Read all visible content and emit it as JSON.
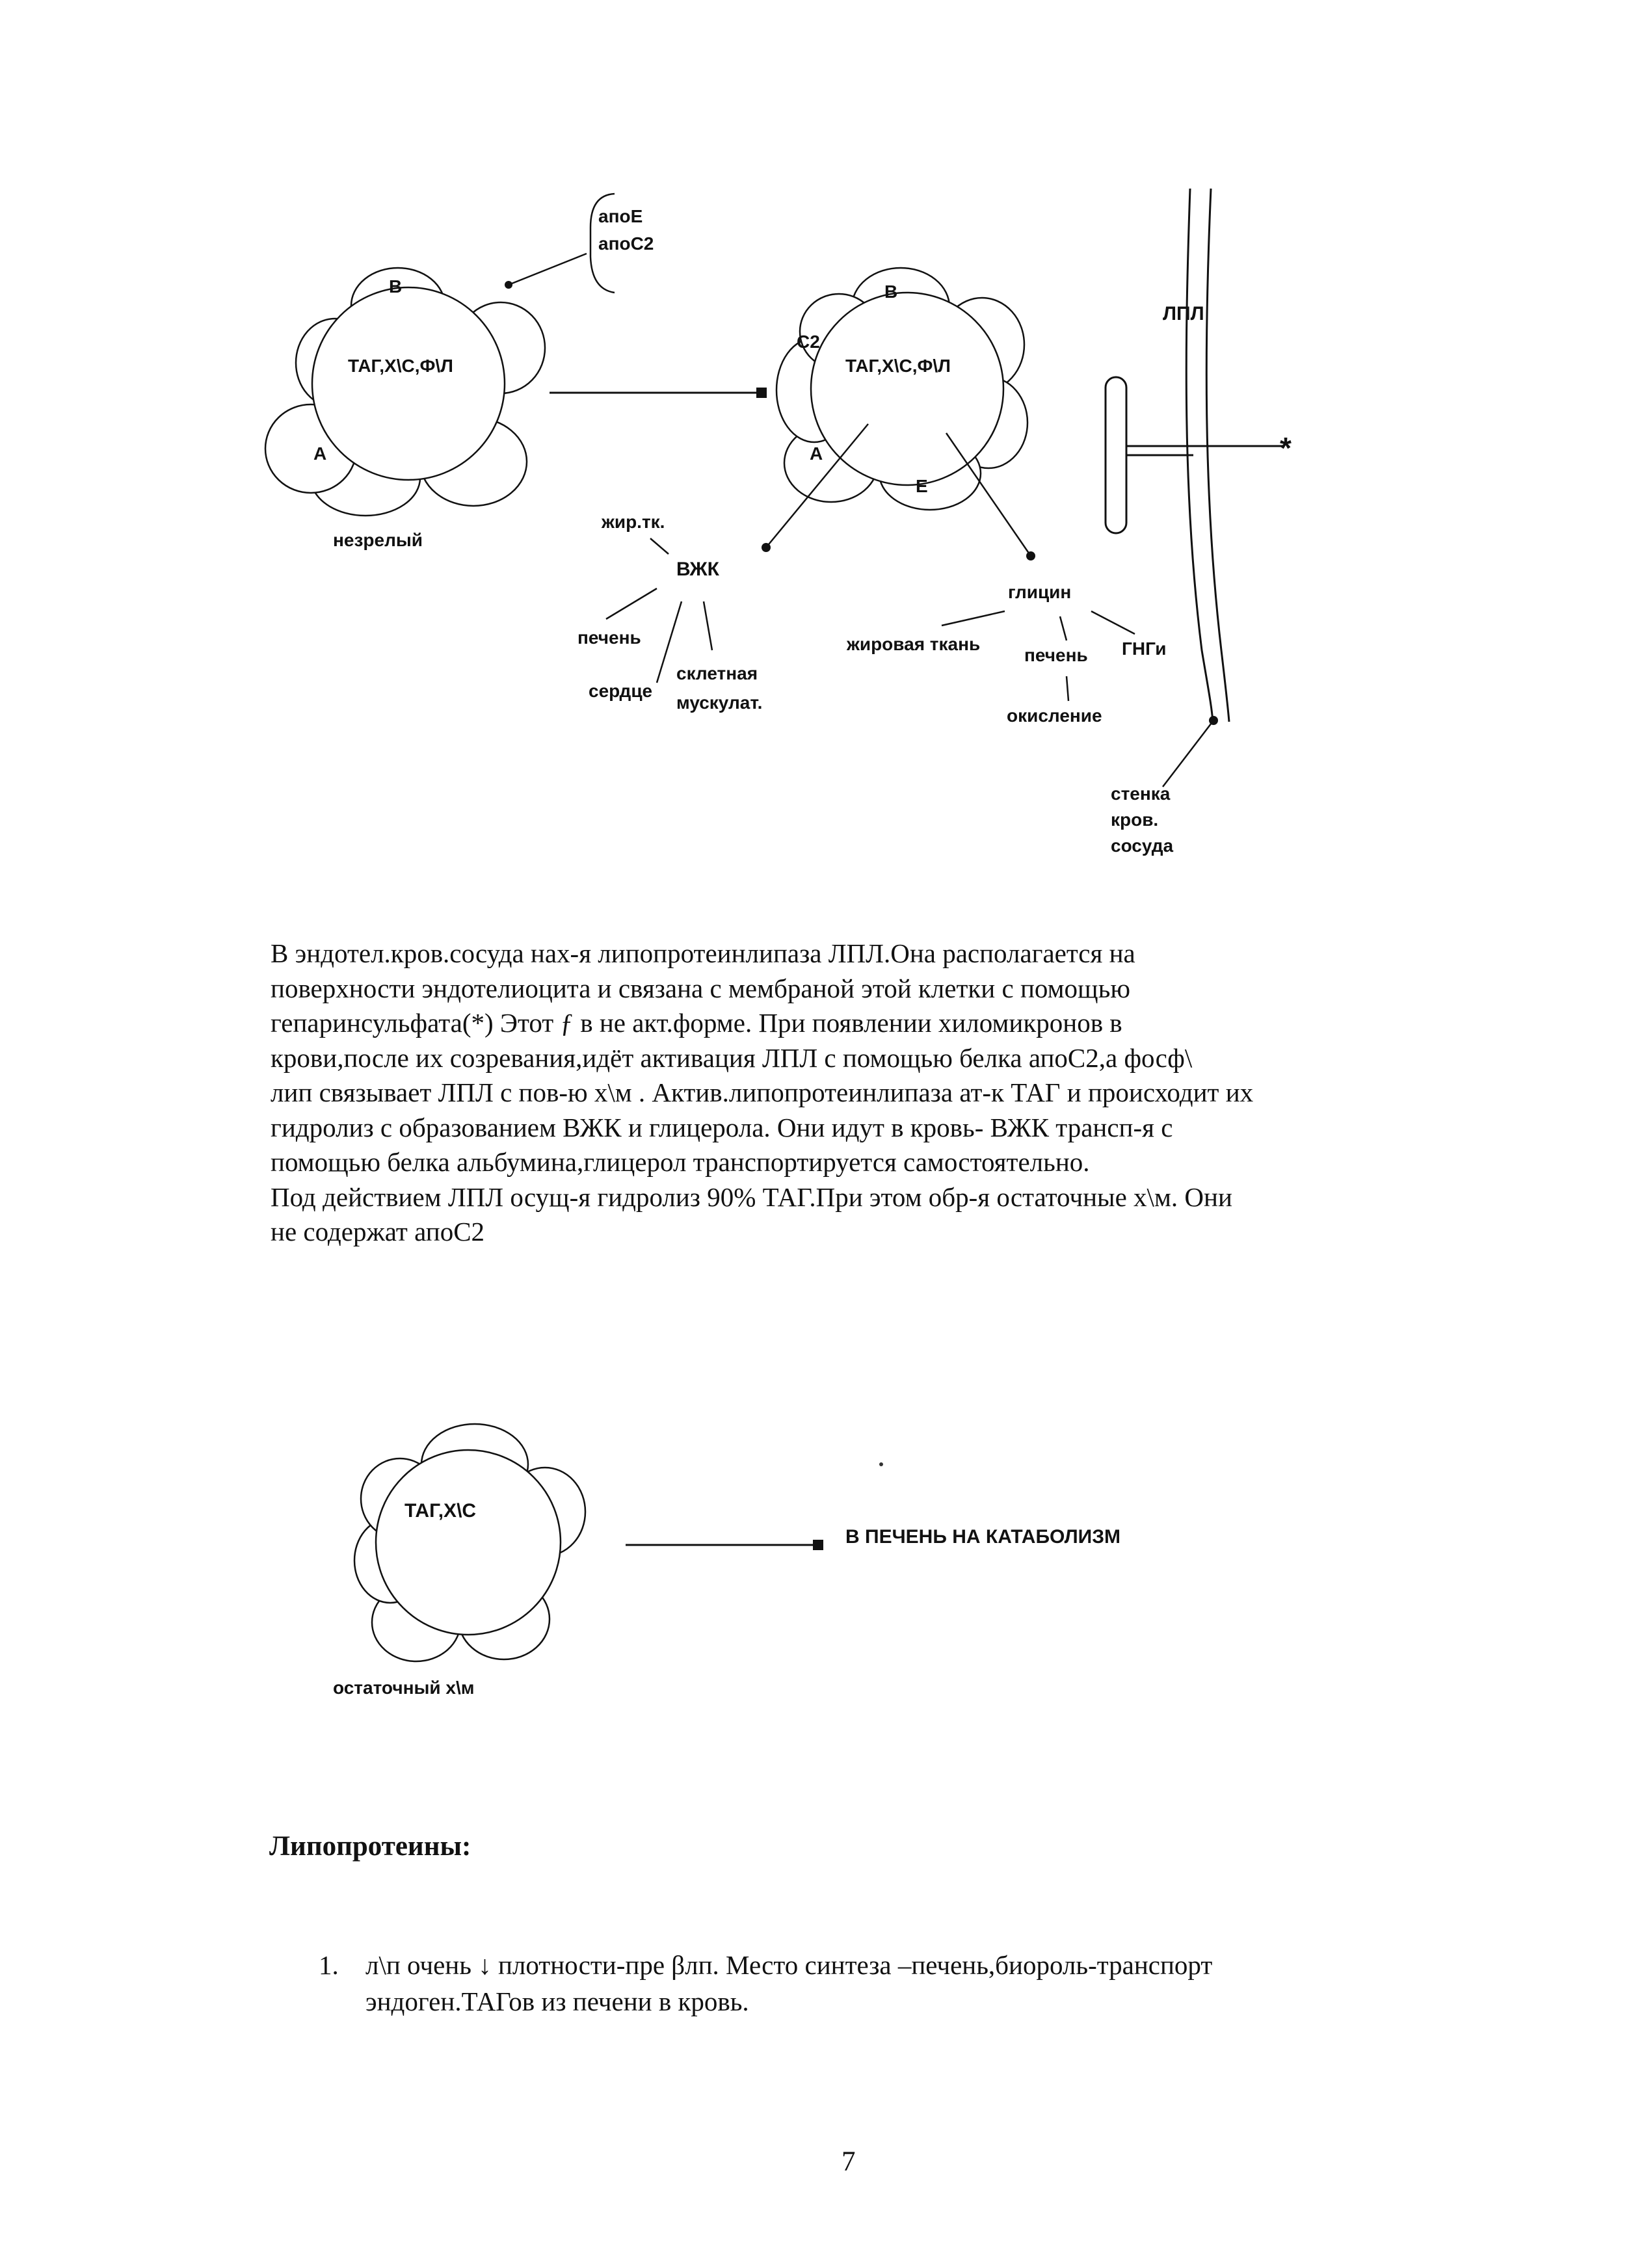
{
  "diagram_top": {
    "immature": {
      "core_label": "ТАГ,Х\\С,Ф\\Л",
      "petal_b": "В",
      "petal_a": "А",
      "caption": "незрелый"
    },
    "apo_bracket": {
      "line1": "апоЕ",
      "line2": "апоС2"
    },
    "mature": {
      "core_label": "ТАГ,Х\\С,Ф\\Л",
      "petal_b": "В",
      "petal_c2": "С2",
      "petal_a": "А",
      "petal_e": "Е"
    },
    "fatty_acids": {
      "center": "ВЖК",
      "adipose": "жир.тк.",
      "liver": "печень",
      "heart": "сердце",
      "muscle_line1": "склетная",
      "muscle_line2": "мускулат."
    },
    "glycerol": {
      "center": "глицин",
      "adipose": "жировая ткань",
      "liver": "печень",
      "gng": "ГНГи",
      "oxidation": "окисление"
    },
    "vessel": {
      "lpl_label": "ЛПЛ",
      "star": "*",
      "wall_line1": "стенка",
      "wall_line2": "кров.",
      "wall_line3": "сосуда"
    }
  },
  "paragraph": {
    "lines": [
      "В эндотел.кров.сосуда нах-я липопротеинлипаза ЛПЛ.Она располагается на",
      "поверхности  эндотелиоцита и связана с мембраной этой клетки с помощью",
      "гепаринсульфата(*) Этот ƒ в не акт.форме. При появлении хиломикронов в",
      "крови,после их созревания,идёт активация ЛПЛ с помощью белка апоС2,а фосф\\",
      "лип связывает ЛПЛ с пов-ю х\\м . Актив.липопротеинлипаза ат-к ТАГ и происходит их",
      "гидролиз с образованием  ВЖК и глицерола. Они идут в кровь- ВЖК трансп-я с",
      "помощью белка альбумина,глицерол транспортируется самостоятельно.",
      "Под действием ЛПЛ осущ-я гидролиз 90% ТАГ.При этом обр-я остаточные х\\м. Они",
      "не содержат апоС2"
    ]
  },
  "diagram_bottom": {
    "core_label": "ТАГ,Х\\С",
    "caption": "остаточный х\\м",
    "destination": "В ПЕЧЕНЬ НА КАТАБОЛИЗМ"
  },
  "heading": "Липопротеины:",
  "list": [
    {
      "number": "1.",
      "line1": "л\\п очень ↓ плотности-пре βлп. Место синтеза –печень,биороль-транспорт",
      "line2": "эндоген.ТАГов из печени в кровь."
    }
  ],
  "page_number": "7"
}
